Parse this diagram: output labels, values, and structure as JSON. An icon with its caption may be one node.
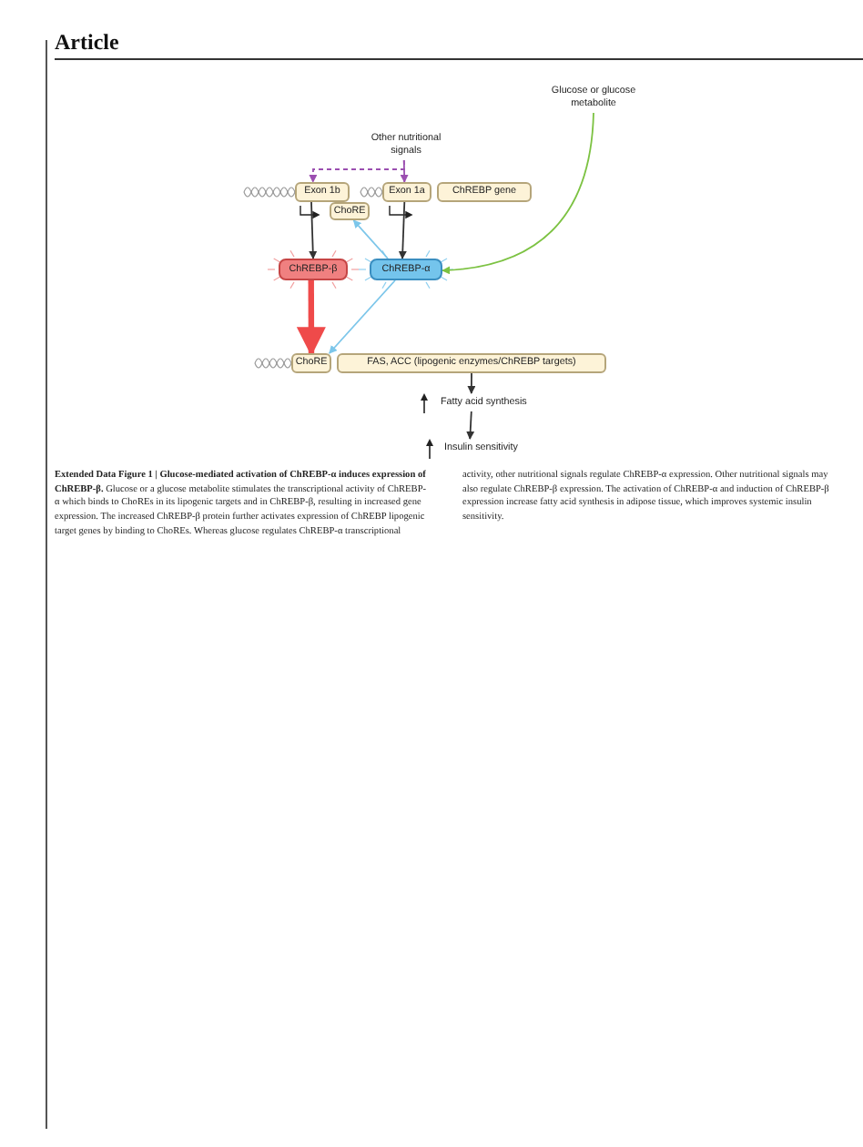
{
  "diagram": {
    "title": "Article",
    "caption": "**Extended Data Figure 1 | Glucose-mediated activation of ChREBP-α induces expression of ChREBP-β.** Glucose or a glucose metabolite stimulates the transcriptional activity of ChREBP-α which binds to ChoREs in its lipogenic targets and in ChREBP-β, resulting in increased gene expression. The increased ChREBP-β protein further activates expression of ChREBP lipogenic target genes by binding to ChoREs. Whereas glucose regulates ChREBP-α transcriptional activity, other nutritional signals regulate ChREBP-α expression. Other nutritional signals may also regulate ChREBP-β expression. The activation of ChREBP-α and induction of ChREBP-β expression increase fatty acid synthesis in adipose tissue, which improves systemic insulin sensitivity.",
    "nodes": [
      {
        "text": [
          "Other nutritional signals"
        ]
      },
      {
        "text": [
          "Glucose or glucose metabolite"
        ]
      },
      {
        "text": [
          "Exon 1b"
        ]
      },
      {
        "text": [
          "ChoRE"
        ]
      },
      {
        "text": [
          "Exon 1a"
        ]
      },
      {
        "text": [
          "ChREBP gene"
        ]
      },
      {
        "text": [
          "ChREBP-β"
        ]
      },
      {
        "text": [
          "ChREBP-α"
        ]
      },
      {
        "text": [
          "ChoRE"
        ]
      },
      {
        "text": [
          "FAS, ACC (lipogenic enzymes/ChREBP targets)"
        ]
      },
      {
        "text": [
          "Fatty acid synthesis"
        ]
      },
      {
        "text": [
          "Insulin sensitivity"
        ]
      }
    ],
    "edges": [
      {
        "from": 0,
        "to": 2,
        "arrow": "to",
        "style": "dashed",
        "color": "#9b4fb0"
      },
      {
        "from": 0,
        "to": 4,
        "arrow": "to",
        "color": "#9b4fb0"
      },
      {
        "from": 1,
        "to": 7,
        "arrow": "to",
        "color": "#7cc242"
      },
      {
        "from": 2,
        "to": 6,
        "arrow": "to"
      },
      {
        "from": 4,
        "to": 7,
        "arrow": "to"
      },
      {
        "from": 7,
        "to": 3,
        "arrow": "to",
        "color": "#7cc6ea"
      },
      {
        "from": 6,
        "to": 8,
        "arrow": "to",
        "style": "thick",
        "color": "#ef4a4a"
      },
      {
        "from": 7,
        "to": 8,
        "arrow": "to",
        "color": "#7cc6ea"
      },
      {
        "from": 9,
        "to": 10,
        "arrow": "to"
      },
      {
        "from": 10,
        "to": 11,
        "arrow": "to"
      }
    ]
  }
}
